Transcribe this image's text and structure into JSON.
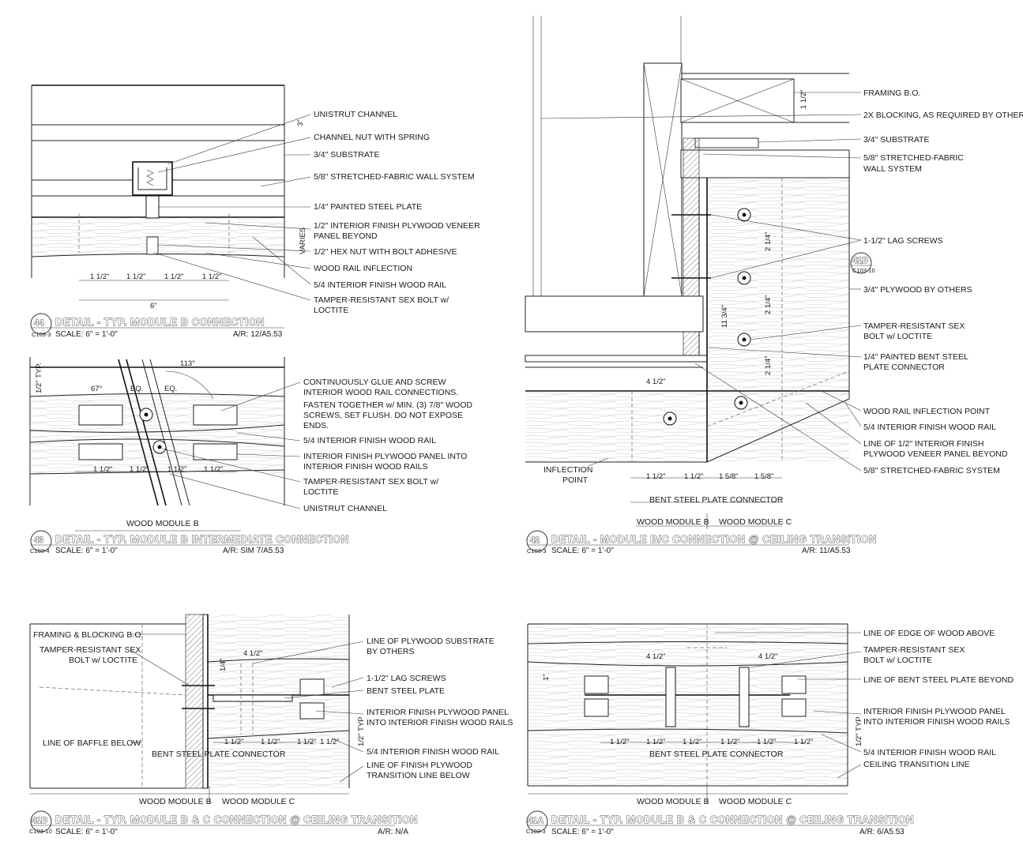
{
  "details": {
    "d44": {
      "number": "44",
      "sheet_ref": "C103-3",
      "title": "DETAIL - TYP. MODULE B CONNECTION",
      "scale": "SCALE: 6\" = 1'-0\"",
      "ar": "A/R: 12/A5.53",
      "labels": [
        "UNISTRUT CHANNEL",
        "CHANNEL NUT WITH SPRING",
        "3/4\" SUBSTRATE",
        "5/8\" STRETCHED-FABRIC WALL SYSTEM",
        "1/4\" PAINTED STEEL PLATE",
        "1/2\" INTERIOR FINISH PLYWOOD VENEER",
        "PANEL BEYOND",
        "1/2\" HEX NUT WITH BOLT ADHESIVE",
        "WOOD RAIL INFLECTION",
        "5/4 INTERIOR FINISH WOOD RAIL",
        "TAMPER-RESISTANT SEX BOLT w/",
        "LOCTITE"
      ],
      "dims": [
        "3\"",
        "VARIES",
        "1 1/2\"",
        "1 1/2\"",
        "1 1/2\"",
        "1 1/2\"",
        "6\""
      ]
    },
    "d43": {
      "number": "43",
      "sheet_ref": "C103-4",
      "title": "DETAIL - TYP. MODULE B INTERMEDIATE CONNECTION",
      "scale": "SCALE: 6\" = 1'-0\"",
      "ar": "A/R: SIM 7/A5.53",
      "labels": [
        "CONTINUOUSLY GLUE AND SCREW",
        "INTERIOR WOOD RAIL CONNECTIONS.",
        "FASTEN TOGETHER w/ MIN. (3) 7/8\" WOOD",
        "SCREWS, SET FLUSH. DO NOT EXPOSE",
        "ENDS.",
        "5/4 INTERIOR FINISH WOOD RAIL",
        "INTERIOR FINISH PLYWOOD PANEL INTO",
        "INTERIOR FINISH WOOD RAILS",
        "TAMPER-RESISTANT SEX BOLT w/",
        "LOCTITE",
        "UNISTRUT CHANNEL"
      ],
      "dims": [
        "1/2\" TYP.",
        "67°",
        "113°",
        "EQ.",
        "EQ.",
        "1 1/2\"",
        "1 1/2\"",
        "1 1/2\"",
        "1 1/2\"",
        "WOOD MODULE B"
      ]
    },
    "d42": {
      "number": "42",
      "sheet_ref": "C103-3",
      "title": "DETAIL - MODULE B/C CONNECTION @ CEILING TRANSITION",
      "scale": "SCALE: 6\" = 1'-0\"",
      "ar": "A/R: 11/A5.53",
      "callout_num": "41B",
      "callout_ref": "C103-10",
      "labels": [
        "FRAMING B.O.",
        "2X BLOCKING, AS REQUIRED BY OTHERS",
        "3/4\" SUBSTRATE",
        "5/8\" STRETCHED-FABRIC",
        "WALL SYSTEM",
        "1-1/2\" LAG SCREWS",
        "3/4\" PLYWOOD BY OTHERS",
        "TAMPER-RESISTANT SEX",
        "BOLT w/ LOCTITE",
        "1/4\" PAINTED BENT STEEL",
        "PLATE CONNECTOR",
        "WOOD RAIL INFLECTION POINT",
        "5/4 INTERIOR FINISH WOOD RAIL",
        "LINE OF 1/2\" INTERIOR FINISH",
        "PLYWOOD VENEER PANEL BEYOND",
        "5/8\" STRETCHED-FABRIC SYSTEM",
        "INFLECTION",
        "POINT",
        "BENT STEEL PLATE CONNECTOR",
        "WOOD MODULE B",
        "WOOD MODULE C"
      ],
      "dims": [
        "1 1/2\"",
        "2 1/4\"",
        "2 1/4\"",
        "2 1/4\"",
        "11 3/4\"",
        "4 1/2\"",
        "1 1/2\"",
        "1 1/2\"",
        "1 5/8\"",
        "1 5/8\""
      ]
    },
    "d41b": {
      "number": "41B",
      "sheet_ref": "C103-10",
      "title": "DETAIL - TYP. MODULE B & C CONNECTION @ CEILING TRANSITION",
      "scale": "SCALE: 6\" = 1'-0\"",
      "ar": "A/R: N/A",
      "labels": [
        "FRAMING & BLOCKING B.O.",
        "TAMPER-RESISTANT SEX",
        "BOLT w/ LOCTITE",
        "LINE OF PLYWOOD SUBSTRATE",
        "BY OTHERS",
        "1-1/2\" LAG SCREWS",
        "BENT STEEL PLATE",
        "INTERIOR FINISH PLYWOOD PANEL",
        "INTO INTERIOR FINISH WOOD RAILS",
        "LINE OF BAFFLE BELOW",
        "BENT STEEL PLATE CONNECTOR",
        "5/4 INTERIOR FINISH WOOD RAIL",
        "LINE OF FINISH PLYWOOD",
        "TRANSITION LINE BELOW",
        "WOOD MODULE B",
        "WOOD MODULE C"
      ],
      "dims": [
        "4 1/2\"",
        "1/4\"",
        "1 1/2\"",
        "1 1/2\"",
        "1 1/2\"",
        "1 1/2\"",
        "1/2\" TYP"
      ]
    },
    "d41a": {
      "number": "41A",
      "sheet_ref": "C103-3",
      "title": "DETAIL - TYP. MODULE B & C CONNECTION @ CEILING TRANSITION",
      "scale": "SCALE: 6\" = 1'-0\"",
      "ar": "A/R: 6/A5.53",
      "labels": [
        "LINE OF EDGE OF WOOD ABOVE",
        "TAMPER-RESISTANT SEX",
        "BOLT w/ LOCTITE",
        "LINE OF BENT STEEL PLATE BEYOND",
        "INTERIOR FINISH PLYWOOD PANEL",
        "INTO INTERIOR FINISH WOOD RAILS",
        "5/4 INTERIOR FINISH WOOD RAIL",
        "CEILING TRANSITION LINE",
        "BENT STEEL PLATE CONNECTOR",
        "WOOD MODULE B",
        "WOOD MODULE C"
      ],
      "dims": [
        "4 1/2\"",
        "4 1/2\"",
        "1\"",
        "1 1/2\"",
        "1 1/2\"",
        "1 1/2\"",
        "1 1/2\"",
        "1 1/2\"",
        "1 1/2\"",
        "1/2\" TYP"
      ]
    }
  },
  "colors": {
    "ink": "#1a1a1a",
    "paper": "#ffffff",
    "grain": "#bbbbbb"
  }
}
